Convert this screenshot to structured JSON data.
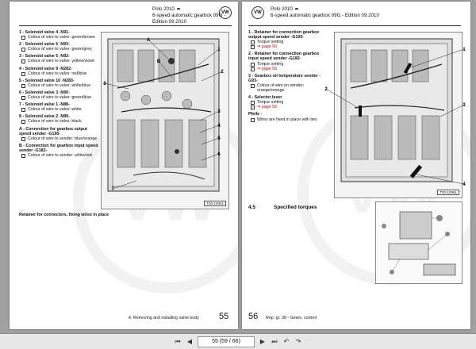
{
  "left_page": {
    "header_line1": "Polo 2010",
    "header_line2": "6-speed automatic gearbox 09G - Edition 09.2010",
    "logo": "VW",
    "items": [
      {
        "head": "1 - Solenoid valve 4 -N91-",
        "subs": [
          "Colour of wire to valve: green/brown"
        ]
      },
      {
        "head": "2 - Solenoid valve 6 -N93-",
        "subs": [
          "Colour of wire to valve: green/grey"
        ]
      },
      {
        "head": "3 - Solenoid valve 5 -N92-",
        "subs": [
          "Colour of wire to valve: yellow/violet"
        ]
      },
      {
        "head": "4 - Solenoid valve 9 -N282-",
        "subs": [
          "Colour of wire to valve: red/blue"
        ]
      },
      {
        "head": "5 - Solenoid valve 10 -N283-",
        "subs": [
          "Colour of wire to valve: white/blue"
        ]
      },
      {
        "head": "6 - Solenoid valve 3 -N90-",
        "subs": [
          "Colour of wire to valve: green/blue"
        ]
      },
      {
        "head": "7 - Solenoid valve 1 -N88-",
        "subs": [
          "Colour of wire to valve: white"
        ]
      },
      {
        "head": "8 - Solenoid valve 2 -N89-",
        "subs": [
          "Colour of wire to valve: black"
        ]
      },
      {
        "head": "A - Connection for gearbox output speed sender -G195-",
        "subs": [
          "Colour of wire to sender: blue/orange"
        ]
      },
      {
        "head": "B - Connection for gearbox input speed sender -G182-",
        "subs": [
          "Colour of wire to sender: white/red"
        ]
      }
    ],
    "fig_code": "T00-10061",
    "callouts": [
      "A",
      "1",
      "2",
      "B",
      "8",
      "3",
      "4",
      "5",
      "6",
      "7"
    ],
    "note": "Retainer for connectors, fixing wires in place",
    "footer": "4. Removing and installing valve body",
    "page_number": "55"
  },
  "right_page": {
    "header_line1": "Polo 2010",
    "header_line2": "6-speed automatic gearbox 09G - Edition 09.2010",
    "logo": "VW",
    "items": [
      {
        "head": "1 - Retainer for connection gearbox output speed sender -G195-",
        "subs": [
          {
            "text": "Torque setting",
            "link": false
          },
          {
            "text": "⇒ page 56",
            "link": true
          }
        ]
      },
      {
        "head": "2 - Retainer for connection gearbox input speed sender -G182-",
        "subs": [
          {
            "text": "Torque setting",
            "link": false
          },
          {
            "text": "⇒ page 56",
            "link": true
          }
        ]
      },
      {
        "head": "3 - Gearbox oil temperature sender -G93-",
        "subs": [
          {
            "text": "Colour of wire on sender: orange/orange",
            "link": false
          }
        ]
      },
      {
        "head": "4 - Selector lever",
        "subs": [
          {
            "text": "Torque setting",
            "link": false
          },
          {
            "text": "⇒ page 56",
            "link": true
          }
        ]
      },
      {
        "head": "Pfeile -",
        "subs": [
          {
            "text": "Wires are fixed in place with ties",
            "link": false
          }
        ]
      }
    ],
    "fig_code": "T00-10061",
    "callouts": [
      "1",
      "2",
      "3",
      "4"
    ],
    "section_number": "4.5",
    "section_title": "Specified torques",
    "footer": "Rep. gr. 38 - Gears, control",
    "page_number": "56"
  },
  "toolbar": {
    "page_display": "55 (59 / 66)",
    "icons": [
      "first-page-icon",
      "prev-page-icon",
      "next-page-icon",
      "last-page-icon",
      "back-icon",
      "forward-icon"
    ]
  }
}
